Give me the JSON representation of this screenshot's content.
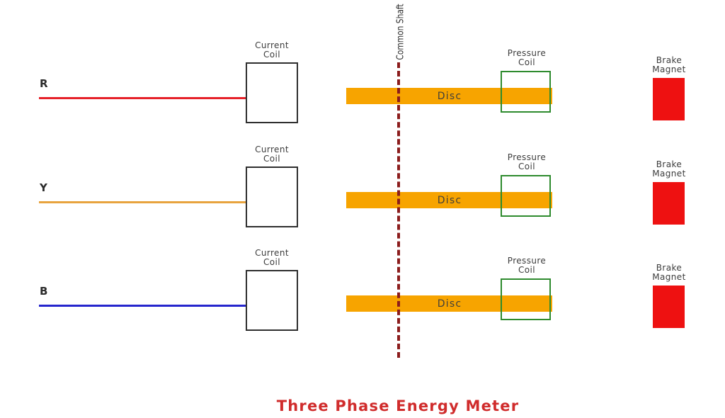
{
  "title": {
    "text": "Three Phase Energy Meter",
    "color": "#d02c2c"
  },
  "common_shaft": {
    "label": "Common Shaft",
    "line_color": "#8b1c1c"
  },
  "colors": {
    "disc_fill": "#F7A400",
    "brake_magnet_fill": "#EE1111",
    "pressure_coil_border": "#2E8B2E",
    "current_coil_border": "#2E2E2E"
  },
  "phases": [
    {
      "label": "R",
      "line_color": "#E62129",
      "current_coil": {
        "line1": "Current",
        "line2": "Coil"
      },
      "disc_label": "Disc",
      "pressure_coil": {
        "line1": "Pressure",
        "line2": "Coil"
      },
      "brake_magnet": {
        "line1": "Brake",
        "line2": "Magnet"
      }
    },
    {
      "label": "Y",
      "line_color": "#E8A33D",
      "current_coil": {
        "line1": "Current",
        "line2": "Coil"
      },
      "disc_label": "Disc",
      "pressure_coil": {
        "line1": "Pressure",
        "line2": "Coil"
      },
      "brake_magnet": {
        "line1": "Brake",
        "line2": "Magnet"
      }
    },
    {
      "label": "B",
      "line_color": "#2525CD",
      "current_coil": {
        "line1": "Current",
        "line2": "Coil"
      },
      "disc_label": "Disc",
      "pressure_coil": {
        "line1": "Pressure",
        "line2": "Coil"
      },
      "brake_magnet": {
        "line1": "Brake",
        "line2": "Magnet"
      }
    }
  ]
}
